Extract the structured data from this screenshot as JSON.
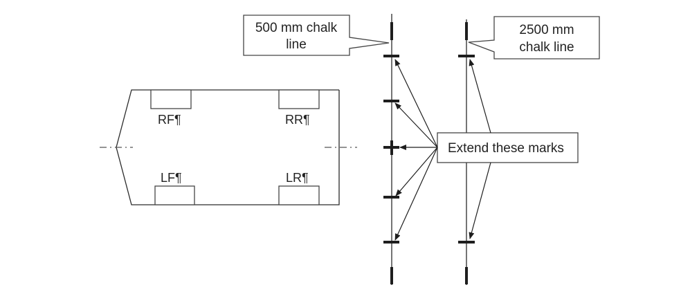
{
  "diagram": {
    "callouts": {
      "chalk_500": [
        "500 mm chalk",
        "line"
      ],
      "chalk_2500": [
        "2500 mm",
        "chalk line"
      ],
      "extend": "Extend these marks"
    },
    "wheels": {
      "rf": "RF¶",
      "rr": "RR¶",
      "lf": "LF¶",
      "lr": "LR¶"
    }
  }
}
